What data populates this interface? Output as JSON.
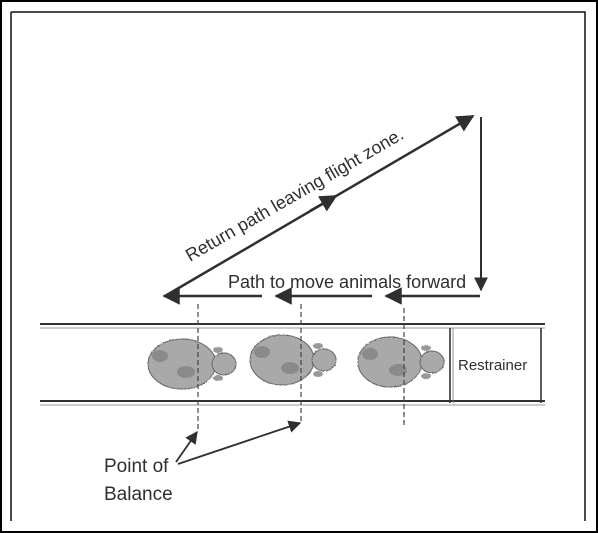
{
  "diagram": {
    "return_path_label": "Return path leaving flight zone.",
    "forward_path_label": "Path to move animals forward",
    "restrainer_label": "Restrainer",
    "balance_label_line1": "Point of",
    "balance_label_line2": "Balance",
    "animal_count": 3
  },
  "colors": {
    "ink": "#2f2f2f",
    "animal_fill": "#a9a9a9",
    "animal_dark": "#8a8a8a",
    "border": "#000000"
  }
}
